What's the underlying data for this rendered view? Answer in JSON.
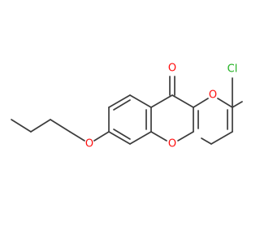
{
  "molecule": {
    "atoms": {
      "carbonyl_oxygen": "O",
      "ring_oxygen": "O",
      "ether_oxygen_aryloxy": "O",
      "ether_oxygen_butoxy": "O",
      "chlorine": "Cl"
    },
    "colors": {
      "bond": "#3c3c3c",
      "oxygen": "#ff0d0d",
      "chlorine": "#1fb01f"
    }
  }
}
